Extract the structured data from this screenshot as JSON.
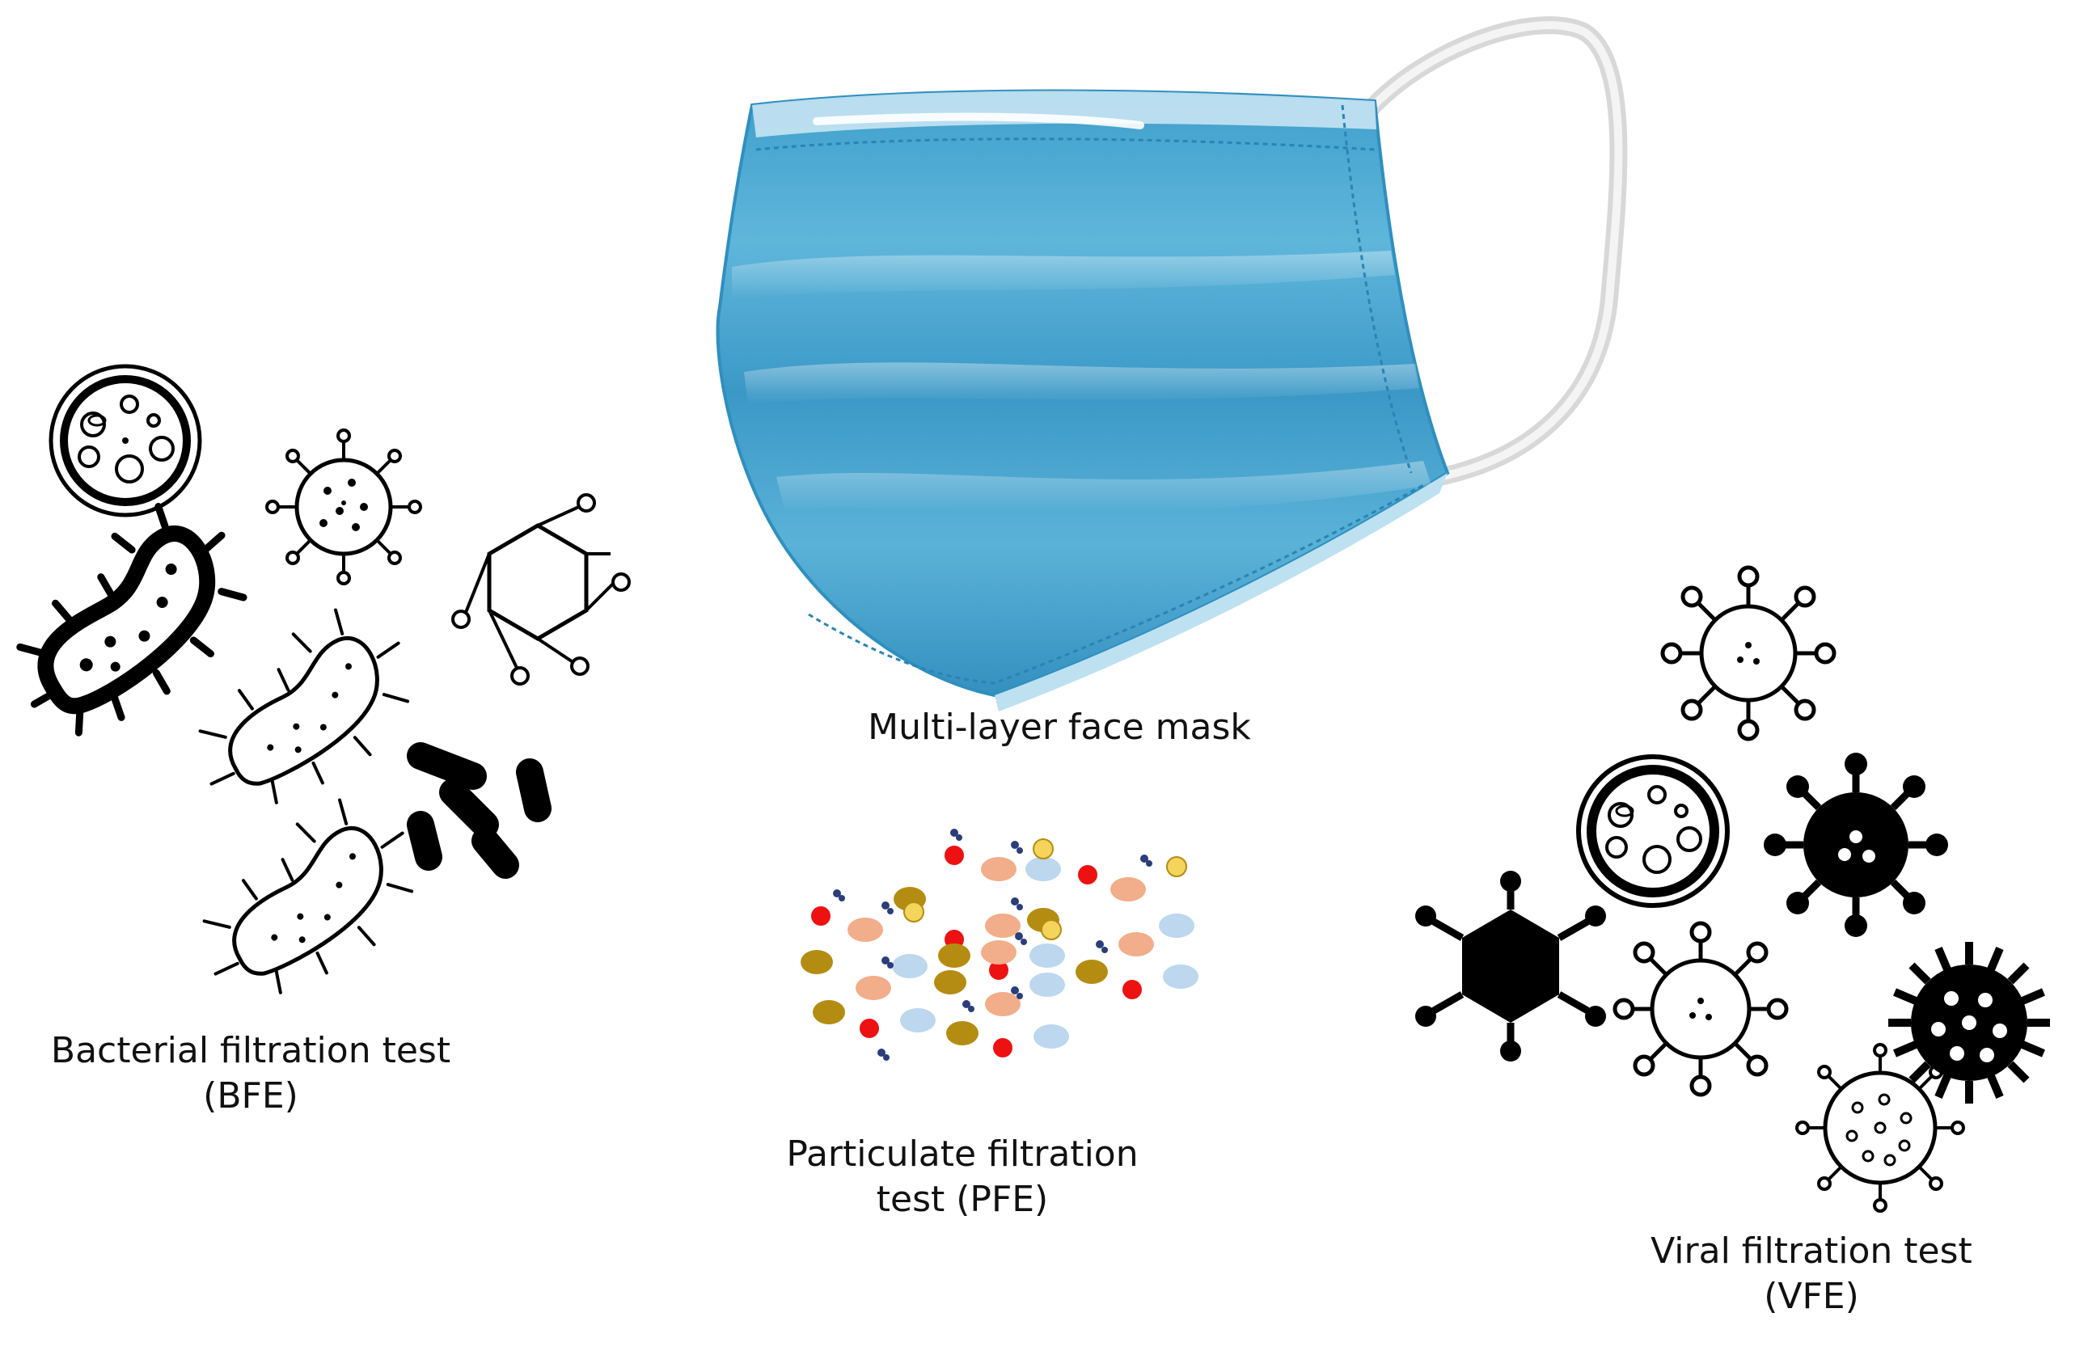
{
  "labels": {
    "mask": "Multi-layer face mask",
    "bfe_line1": "Bacterial filtration test",
    "bfe_line2": "(BFE)",
    "pfe_line1": "Particulate filtration",
    "pfe_line2": "test (PFE)",
    "vfe_line1": "Viral filtration test",
    "vfe_line2": "(VFE)"
  },
  "colors": {
    "mask_main": "#4aa6d0",
    "mask_light": "#a9d8ec",
    "mask_edge": "#2f8fbf",
    "ear_loop": "#e6e6e6",
    "ink": "#000000",
    "particle_red": "#ee1111",
    "particle_salmon": "#f2ad8a",
    "particle_olive": "#b58c12",
    "particle_lightblue": "#bcd7ee",
    "particle_yellow": "#f4d45a",
    "particle_navy": "#2b3d7a"
  },
  "icons": [
    "petri-dish-icon",
    "virus-icon",
    "hexagon-virus-icon",
    "bacterium-icon",
    "rod-bacteria-icon",
    "mask-icon"
  ]
}
